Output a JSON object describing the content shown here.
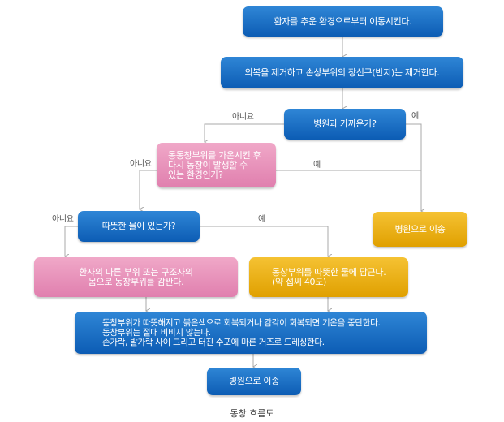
{
  "boxes": {
    "move_patient": "환자를 추운 환경으로부터 이동시킨다.",
    "remove_items": "의복을 제거하고 손상부위의 장신구(반지)는 제거한다.",
    "hospital_near": "병원과 가까운가?",
    "refreeze_line1": "동동창부위를 가온시킨 후",
    "refreeze_line2": "다시 동창이 발생할 수",
    "refreeze_line3": "있는 환경인가?",
    "transport_right": "병원으로 이송",
    "warm_water": "따뜻한 물이 있는가?",
    "body_heat_line1": "환자의 다른 부위 또는 구조자의",
    "body_heat_line2": "몸으로 동창부위를 감싼다.",
    "immerse_line1": "동창부위를 따뜻한 물에 담근다.",
    "immerse_line2": "(약 섭씨 40도)",
    "final_line1": "동창부위가 따뜻해지고 붉은색으로 회복되거나 감각이 회복되면 기온을 중단한다.",
    "final_line2": "동창부위는 절대 비비지 않는다.",
    "final_line3": "손가락, 발가락 사이 그리고 터진 수포에 마른 거즈로 드레싱한다.",
    "transport_bottom": "병원으로 이송"
  },
  "labels": {
    "hospital_no": "아니요",
    "hospital_yes": "예",
    "refreeze_no": "아니요",
    "refreeze_yes": "예",
    "water_no": "아니요",
    "water_yes": "예"
  },
  "caption": "동창 흐름도",
  "colors": {
    "blue": "#0c5cb4",
    "pink": "#e07fae",
    "gold": "#e0a000",
    "connector": "#a8a8a8"
  }
}
